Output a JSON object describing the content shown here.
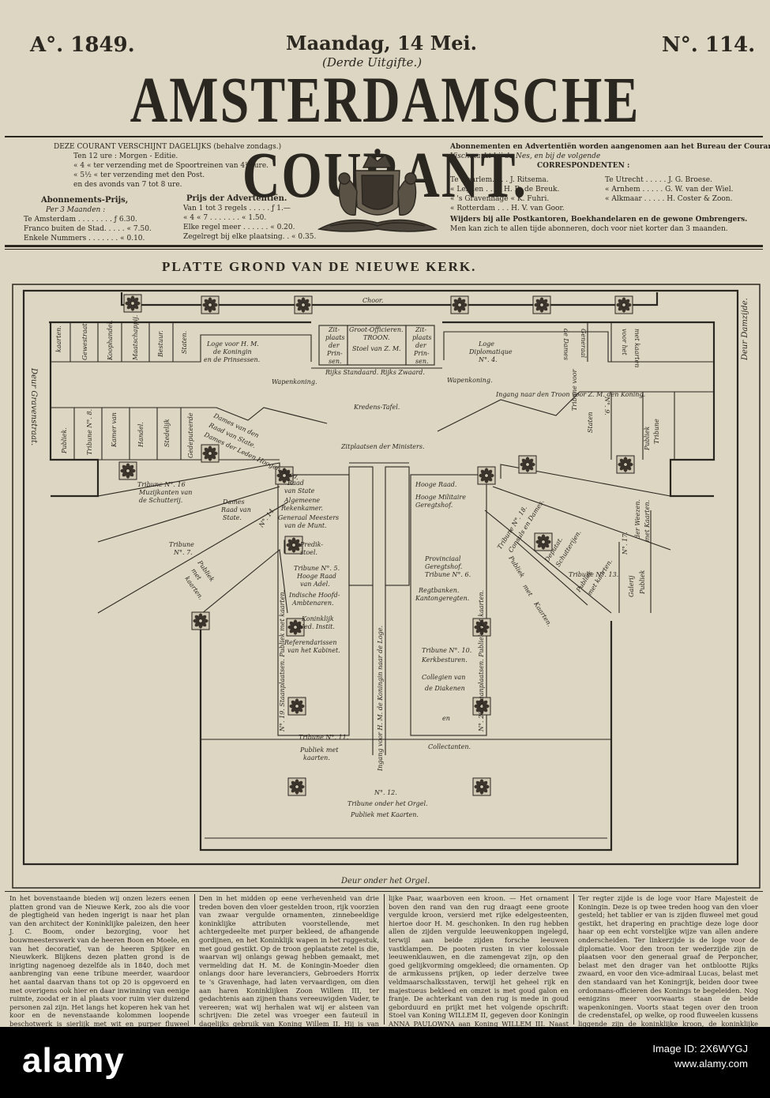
{
  "masthead": {
    "year": "A°. 1849.",
    "date": "Maandag, 14 Mei.",
    "number": "N°. 114.",
    "edition": "(Derde Uitgifte.)",
    "title": "AMSTERDAMSCHE COURANT."
  },
  "info_left": {
    "lines": [
      "DEZE COURANT VERSCHIJNT DAGELIJKS (behalve zondags.)",
      "Ten 12 ure : Morgen - Editie.",
      "« 4 « ter verzending met de Spoortreinen van 4½ ure.",
      "« 5½ « ter verzending met den Post.",
      "en des avonds van 7 tot 8 ure."
    ],
    "abon_title": "Abonnements-Prijs,",
    "abon_sub": "Per 3 Maanden :",
    "abon_rows": [
      "Te Amsterdam . . . . . . . . ƒ 6.30.",
      "Franco buiten de Stad. . . . . « 7.50.",
      "Enkele Nummers . . . . . . . « 0.10."
    ],
    "adv_title": "Prijs der Advertentiën.",
    "adv_rows": [
      "Van 1 tot 3 regels . . . . . ƒ 1.—",
      "« 4 « 7 . . . . . . . « 1.50.",
      "Elke regel meer . . . . . . « 0.20.",
      "Zegelregt bij elke plaatsing. . « 0.35."
    ]
  },
  "info_right": {
    "lines": [
      "Abonnementen en Advertentiën worden aangenomen aan het Bureau der Courant,",
      "Vischmarkt bij de Nes, en bij de volgende"
    ],
    "corr_title": "CORRESPONDENTEN :",
    "corr_left": [
      "Te Haarlem. . . . J. Ritsema.",
      "« Leijden . . . . H. R. de Breuk.",
      "« 's Gravenhage « K. Fuhri.",
      "« Rotterdam . . . H. V. van Goor."
    ],
    "corr_right": [
      "Te Utrecht . . . . . J. G. Broese.",
      "« Arnhem . . . . . G. W. van der Wiel.",
      "« Alkmaar . . . . . H. Coster & Zoon."
    ],
    "foot": [
      "Wijders bij alle Postkantoren, Boekhandelaren en de gewone Ombrengers.",
      "Men kan zich te allen tijde abonneren, doch voor niet korter dan 3 maanden."
    ]
  },
  "plan": {
    "title": "PLATTE GROND VAN DE NIEUWE KERK.",
    "labels": {
      "choor": "Choor.",
      "loge_hm": [
        "Loge voor H. M.",
        "de Koningin",
        "en de Prinsessen."
      ],
      "zitplaats_l": [
        "Zit-",
        "plaats",
        "der",
        "Prin-",
        "sen."
      ],
      "groot": [
        "Groot-Officieren.",
        "TROON.",
        "Stoel van Z. M."
      ],
      "zitplaats_r": [
        "Zit-",
        "plaats",
        "der",
        "Prin-",
        "sen."
      ],
      "rijks": "Rijks Standaard.     Rijks Zwaard.",
      "wapen_l": "Wapenkoning.",
      "wapen_r": "Wapenkoning.",
      "loge_dipl": [
        "Loge",
        "Diplomatique",
        "N°. 4."
      ],
      "dames_gen": [
        "de Dames",
        "Generaal"
      ],
      "voor_het": [
        "voor het",
        "met kaarten"
      ],
      "left_cols": [
        "kaarten.",
        "Gewestraat.",
        "Koophandel.",
        "Maatschappij.",
        "Bestuur.",
        "Staten."
      ],
      "deur_gw": "Deur Gravenstraat.",
      "deur_dz": "Deur Damzijde.",
      "ingang": "Ingang naar den Troon voor      Z. M. den Koning.",
      "kredens": "Kredens-Tafel.",
      "zitpl_min": "Zitplaatsen der Ministers.",
      "trib8": [
        "Publiek.",
        "Tribune N°. 8.",
        "Kamer van",
        "Handel.",
        "Stedelijk",
        "Gedeputeerde"
      ],
      "dames_raad": [
        "Dames van den",
        "Raad van State.",
        "Dames der Leden Hoogen Raad."
      ],
      "trib9": [
        "N°. 9.",
        "Tribune voor",
        "Staten",
        "Publiek",
        "Tribune"
      ],
      "trib16": [
        "Tribune N°. 16",
        "Muzijkanten van",
        "de Schutterij."
      ],
      "dames_rs": [
        "Dames",
        "Raad van",
        "State."
      ],
      "trib7": [
        "Tribune",
        "N°. 7.",
        "Publiek",
        "met",
        "kaarten."
      ],
      "n14": "N°. 14.",
      "raad": [
        "Raad",
        "van State",
        "Algemeene",
        "Rekenkamer.",
        "Generaal Meesters",
        "van de Munt."
      ],
      "hooge_raad": [
        "Hooge Raad.",
        "Hooge Militaire",
        "Geregtshof."
      ],
      "predik": [
        "Predik-",
        "stoel."
      ],
      "trib5": [
        "Tribune N°. 5.",
        "Hooge Raad",
        "van Adel.",
        "Indische Hoofd-",
        "Ambtenaren.",
        "Koninklijk",
        "Ned. Instit.",
        "Referendarissen",
        "van het Kabinet."
      ],
      "prov": [
        "Provinciaal",
        "Geregtshof.",
        "Tribune N°. 6.",
        "Regtbanken.",
        "Kantongeregten."
      ],
      "trib10": [
        "Tribune N°. 10.",
        "Kerkbesturen.",
        "Collegien van",
        "de Diakenen",
        "en",
        "Collectanten."
      ],
      "trib11": [
        "Tribune N°. 11.",
        "Publiek met",
        "kaarten."
      ],
      "aisle": "Ingang voor H. M. de Koningin naar de Loge.",
      "trib_right": [
        "Tribune N°. 18.",
        "Consuls en Dames.",
        "Deputat.",
        "Schutterijen.",
        "Tribune N°. 13.",
        "Publiek",
        "met",
        "Kaarten.",
        "Publiek",
        "met kaarten."
      ],
      "trib17": [
        "N°. 17.",
        "der Weezen.",
        "met Kaarten.",
        "Galerij",
        "Publiek"
      ],
      "n19": "N°. 19.  Staanplaatsen.  Publiek met kaarten.",
      "n20": "N°. 20.  Staanplaatsen.  Publiek met kaarten.",
      "n12": [
        "N°. 12.",
        "Tribune onder het Orgel.",
        "Publiek met Kaarten."
      ],
      "deur_orgel": "Deur onder het Orgel."
    }
  },
  "text_columns": [
    "In het bovenstaande bieden wij onzen lezers eenen platten grond van de Nieuwe Kerk, zoo als die voor de plegtigheid van heden ingerigt is naar het plan van den architect der Koninklijke paleizen, den heer J. C. Boom, onder bezorging, voor het bouwmeesterswerk van de heeren Boon en Moele, en van het decoratief, van de heeren Spijker en Nieuwkerk. Blijkens dezen platten grond is de inrigting nagenoeg dezelfde als in 1840, doch met aanbrenging van eene tribune meerder, waardoor het aantal daarvan thans tot op 20 is opgevoerd en met overigens ook hier en daar inwinning van eenige ruimte, zoodat er in al plaats voor ruim vier duizend personen zal zijn. Het langs het koperen hek van het koor en de nevenstaande kolommen loopende beschotwerk is sierlijk met wit en purper fluweel gedrapeerd, hetgene niet weinig bijdraagt, om de algemeene aangebragte decoratie te frasijer te doen uitkomen, vooral in de eerste plaats:",
    "Den in het midden op eene verhevenheid van drie treden boven den vloer gestelden troon, rijk voorzien van zwaar vergulde ornamenten, zinnebeeldige koninklijke attributen voorstellende, met achtergedeelte met purper bekleed, de afhangende gordijnen, en het Koninklijk wapen in het ruggestuk, met goud gestikt. Op de troon geplaatste zetel is die, waarvan wij onlangs gewag hebben gemaakt, met vermelding dat H. M. de Koningin-Moeder dien onlangs door hare leveranciers, Gebroeders Horrix te 's Gravenhage, had laten vervaardigen, om dien aan haren Koninklijken Zoon Willem III, ter gedachtenis aan zijnen thans vereeuwigden Vader, te vereeren; wat wij herhalen wat wij er alsteen van schrijven: Die zetel was vroeger een fauteuil in dagelijks gebruik van Koning Willem II. Hij is van Morrée mahoniehout, bekleed met scharlaken rood fluweel, waarop, in den rug een goud geborduurd in een Alzienden oog met rijke straten daaronder prijkt W. A. P. naamcijfer van het oude Vorste-",
    "lijke Paar, waarboven een kroon. — Het ornament boven den rand van den rug draagt eene groote vergulde kroon, versierd met rijke edelgesteenten, hiertoe door H. M. geschonken. In den rug hebben allen de zijden vergulde leeuwenkoppen ingelegd, terwijl aan beide zijden forsche leeuwen vastklampen. De pooten rusten in vier kolossale leeuwenklauwen, en die zamengevat zijn, op den goed gelijkvorming omgekleed; die ornamenten. Op de armkussens prijken, op ieder derzelve twee veldmaarschalksstaven, terwijl het geheel rijk en majestueus bekleed en omzet is met goud galon en franje. De achterkant van den rug is mede in goud geborduurd en prijkt met het volgende opschrift: Stoel van Koning WILLEM II, gegeven door Koningin ANNA PAULOWNA aan Koning WILLEM III. Naast den troon zijn ter wederzijde de zitplaatsen voor de koninklijke prinsen.",
    "Ter regter zijde is de loge voor Hare Majesteit de Koningin. Deze is op twee treden hoog van den vloer gesteld; het tablier er van is zijden fluweel met goud gestikt, het drapering en prachtige deze loge door haar op een echt vorstelijke wijze van allen andere onderscheiden. Ter linkerzijde is de loge voor de diplomatie. Voor den troon ter wederzijde zijn de plaatsen voor den generaal graaf de Perponcher, belast met den drager van het ontblootte Rijks zwaard, en voor den vice-admiraal Lucas, belast met den standaard van het Koningrijk, beiden door twee ordonnans-officieren des Konings te begeleiden. Nog eenigzins meer voorwaarts staan de beide wapenkoningen. Voorts staat tegen over den troon de credenstafel, op welke, op rood fluweelen kussens liggende zijn de koninklijke kroon, de koninklijke schepter, de rijksappel en de rijkszwaard van het rijk; alleen, met uitzondering van laatstgemelde, dezelfde als in de 1840 gediend hebbende, ter koninklijke."
  ],
  "watermark": {
    "logo": "alamy",
    "id_label": "Image ID: 2X6WYGJ",
    "url": "www.alamy.com"
  }
}
